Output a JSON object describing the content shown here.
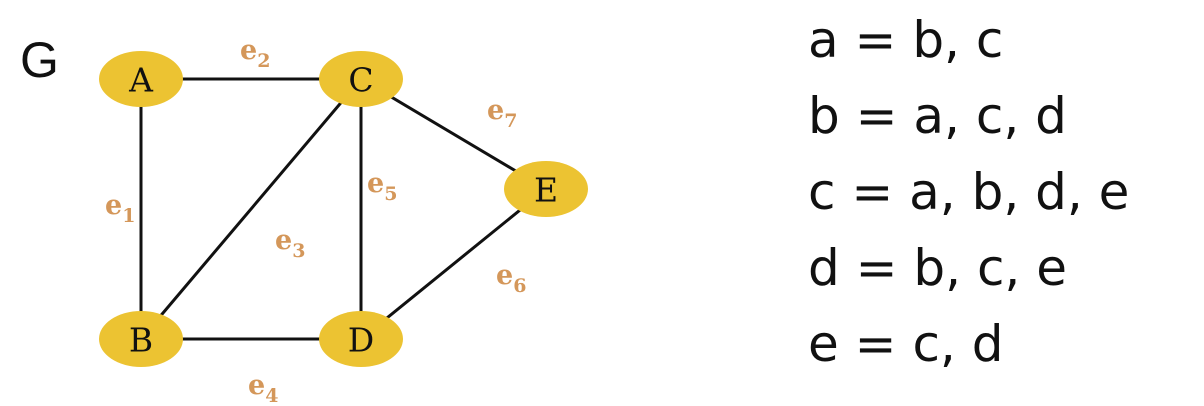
{
  "graph": {
    "name": "G",
    "colors": {
      "node_fill": "#ecc332",
      "edge_stroke": "#111111",
      "edge_label": "#d4975a",
      "text": "#111111"
    },
    "nodes": [
      {
        "id": "A",
        "label": "A"
      },
      {
        "id": "B",
        "label": "B"
      },
      {
        "id": "C",
        "label": "C"
      },
      {
        "id": "D",
        "label": "D"
      },
      {
        "id": "E",
        "label": "E"
      }
    ],
    "edges": [
      {
        "id": "e1",
        "base": "e",
        "sub": "1",
        "from": "A",
        "to": "B"
      },
      {
        "id": "e2",
        "base": "e",
        "sub": "2",
        "from": "A",
        "to": "C"
      },
      {
        "id": "e3",
        "base": "e",
        "sub": "3",
        "from": "C",
        "to": "B"
      },
      {
        "id": "e4",
        "base": "e",
        "sub": "4",
        "from": "B",
        "to": "D"
      },
      {
        "id": "e5",
        "base": "e",
        "sub": "5",
        "from": "C",
        "to": "D"
      },
      {
        "id": "e6",
        "base": "e",
        "sub": "6",
        "from": "D",
        "to": "E"
      },
      {
        "id": "e7",
        "base": "e",
        "sub": "7",
        "from": "C",
        "to": "E"
      }
    ]
  },
  "adjacency": [
    "a = b, c",
    "b = a, c, d",
    "c = a, b, d, e",
    "d = b, c, e",
    "e = c, d"
  ]
}
